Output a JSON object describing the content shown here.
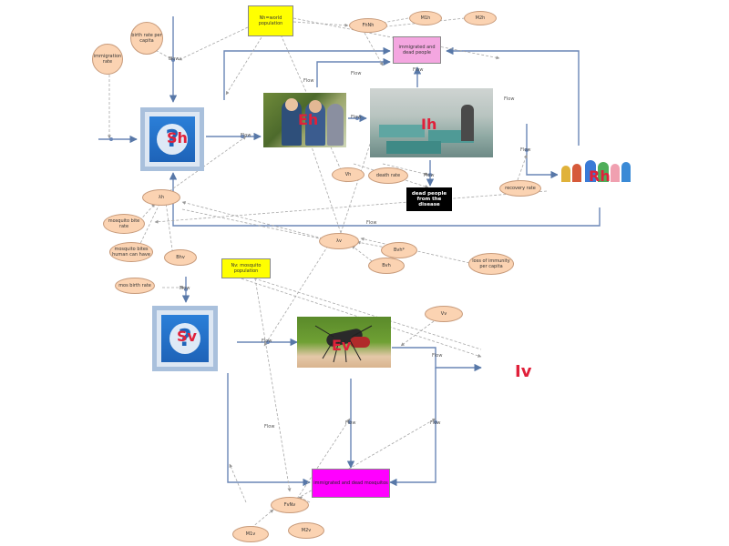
{
  "stocks": {
    "sh": {
      "label": "Sh"
    },
    "sv": {
      "label": "Sv"
    },
    "eh": {
      "label": "Eh"
    },
    "ih": {
      "label": "Ih"
    },
    "rh": {
      "label": "Rh"
    },
    "ev": {
      "label": "Ev"
    },
    "iv": {
      "label": "Iv"
    }
  },
  "variables": {
    "birth_rate": "birth rate per capita",
    "immigration_rate": "immigration rate",
    "nh_population": "Nh=world population",
    "fhnh": "FhNh",
    "m1h": "M1h",
    "m2h": "M2h",
    "immigrated_dead_people": "immigrated and dead people",
    "vh": "Vh",
    "death_rate": "death rate",
    "dead_from_disease": "dead people from the disease",
    "recovery_rate": "recovery rate",
    "lambda_h": "λh",
    "mosquito_bite_rate": "mosquito bite rate",
    "mosquito_bites_human": "mosquito bites human can have",
    "bhv": "Bhv",
    "lambda_v": "λv",
    "bvh_star": "Bvh*",
    "bvh": "Bvh",
    "loss_immunity": "loss of immunity per capita",
    "mos_birth_rate": "mos birth rate",
    "nv_population": "Nv: mosquito population",
    "vv": "Vv",
    "immigrated_dead_mosquitos": "immigrated and dead mosquitos",
    "fvnv": "FvNv",
    "m1v": "M1v",
    "m2v": "M2v"
  },
  "flow_labels": {
    "flow": "Flow",
    "rate_label": "Flow"
  }
}
